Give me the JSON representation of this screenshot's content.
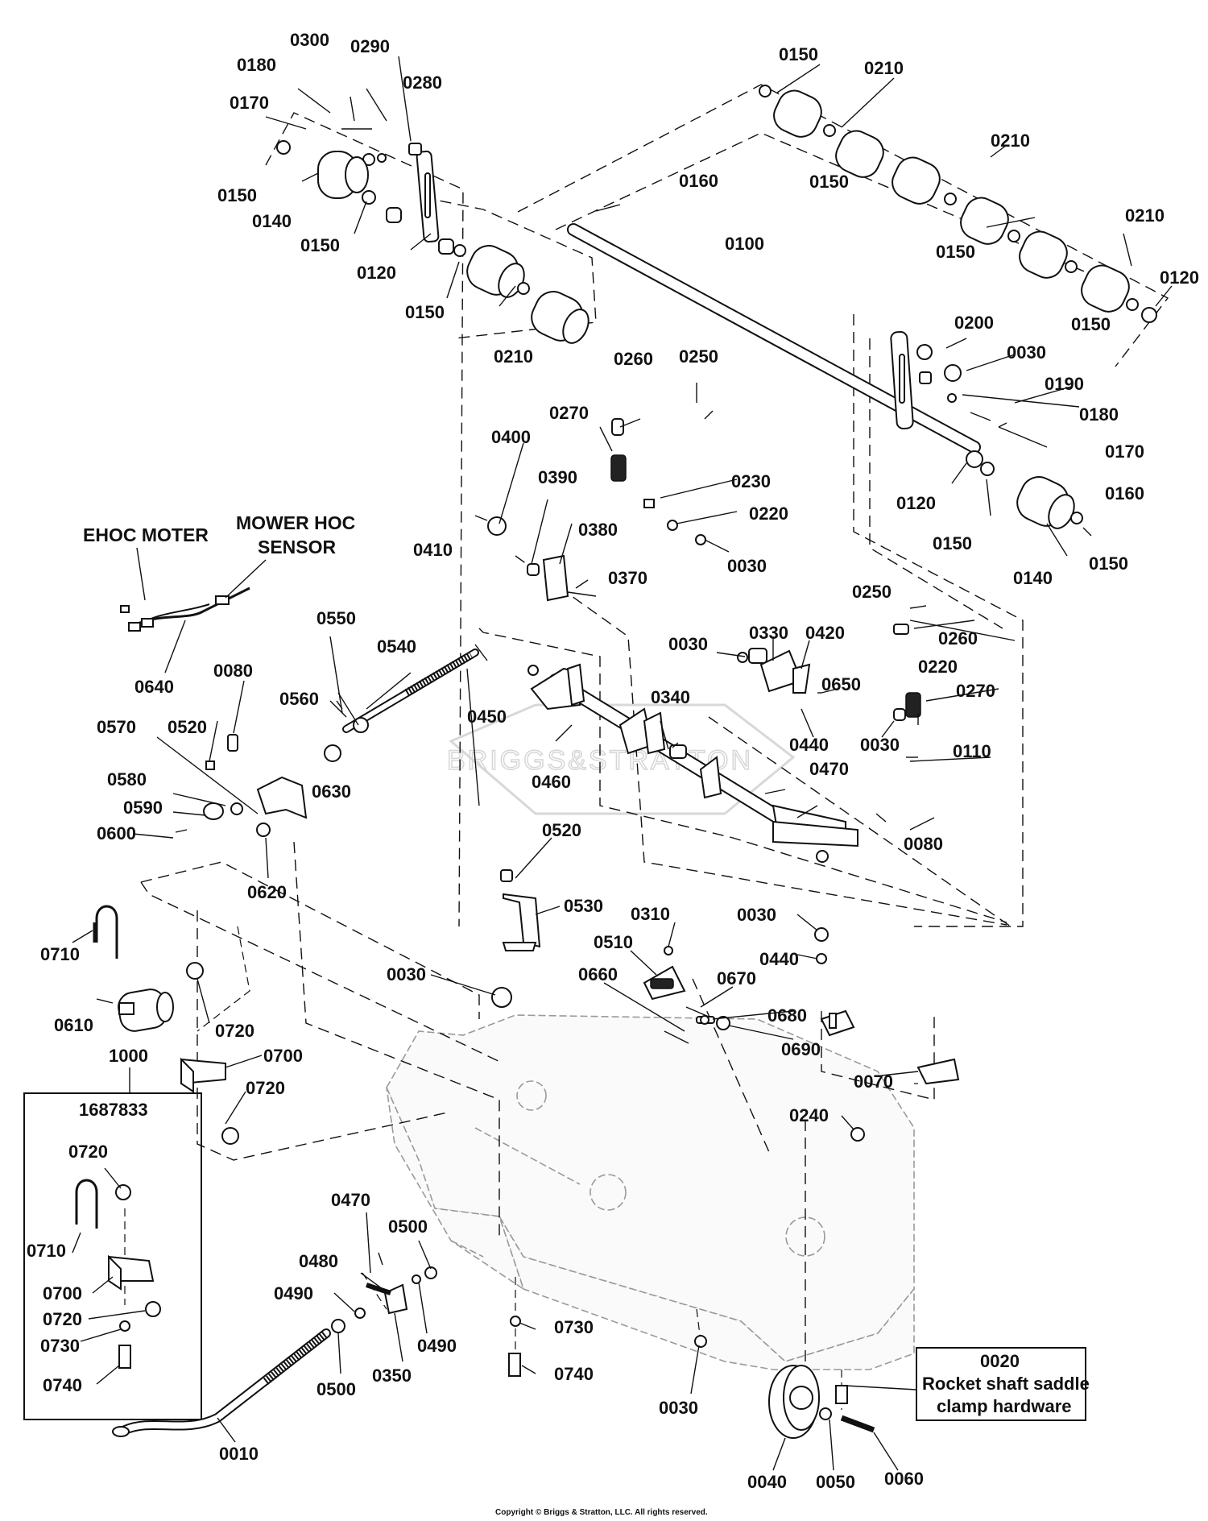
{
  "diagram": {
    "labels": {
      "p0300": "0300",
      "p0290": "0290",
      "p0180a": "0180",
      "p0280": "0280",
      "p0170a": "0170",
      "p0150a": "0150",
      "p0140a": "0140",
      "p0150b": "0150",
      "p0120a": "0120",
      "p0150c": "0150",
      "p0210a": "0210",
      "p0150d": "0150",
      "p0210b": "0210",
      "p0150e": "0150",
      "p0210c": "0210",
      "p0150f": "0150",
      "p0210d": "0210",
      "p0120b": "0120",
      "p0150g": "0150",
      "p0160a": "0160",
      "p0100": "0100",
      "p0200": "0200",
      "p0030a": "0030",
      "p0190": "0190",
      "p0180b": "0180",
      "p0170b": "0170",
      "p0160b": "0160",
      "p0120c": "0120",
      "p0150h": "0150",
      "p0140b": "0140",
      "p0150i": "0150",
      "p0260a": "0260",
      "p0250a": "0250",
      "p0270a": "0270",
      "p0400": "0400",
      "p0390": "0390",
      "p0230": "0230",
      "p0220a": "0220",
      "p0030b": "0030",
      "p0410": "0410",
      "p0380": "0380",
      "p0370": "0370",
      "p0550": "0550",
      "p0540": "0540",
      "p0640": "0640",
      "p0080a": "0080",
      "p0560": "0560",
      "p0570": "0570",
      "p0520a": "0520",
      "p0630": "0630",
      "p0580": "0580",
      "p0590": "0590",
      "p0600": "0600",
      "p0620": "0620",
      "p0450": "0450",
      "p0460": "0460",
      "p0340": "0340",
      "p0030c": "0030",
      "p0330": "0330",
      "p0420": "0420",
      "p0650": "0650",
      "p0440a": "0440",
      "p0030d": "0030",
      "p0250b": "0250",
      "p0260b": "0260",
      "p0220b": "0220",
      "p0270b": "0270",
      "p0110": "0110",
      "p0470a": "0470",
      "p0080b": "0080",
      "p0520b": "0520",
      "p0530": "0530",
      "p0310": "0310",
      "p0510": "0510",
      "p0660": "0660",
      "p0670": "0670",
      "p0680": "0680",
      "p0690": "0690",
      "p0030e": "0030",
      "p0440b": "0440",
      "p0070": "0070",
      "p0030f": "0030",
      "p0240": "0240",
      "p0710a": "0710",
      "p0610": "0610",
      "p0720a": "0720",
      "p0700a": "0700",
      "p0720b": "0720",
      "p1000": "1000",
      "p0720c": "0720",
      "p0710b": "0710",
      "p0700b": "0700",
      "p0720d": "0720",
      "p0730a": "0730",
      "p0740a": "0740",
      "p0470b": "0470",
      "p0500a": "0500",
      "p0480": "0480",
      "p0490a": "0490",
      "p0490b": "0490",
      "p0350": "0350",
      "p0500b": "0500",
      "p0730b": "0730",
      "p0740b": "0740",
      "p0030g": "0030",
      "p0010": "0010",
      "p0040": "0040",
      "p0050": "0050",
      "p0060": "0060"
    },
    "ehoc_line1": "EHOC MOTER",
    "sensor_line1": "MOWER HOC",
    "sensor_line2": "SENSOR",
    "kit_box_title": "1687833",
    "note_box": {
      "number": "0020",
      "line1": "Rocket shaft saddle",
      "line2": "clamp hardware"
    },
    "watermark_text": "BRIGGS&STRATTON",
    "copyright": "Copyright © Briggs & Stratton, LLC. All rights reserved."
  }
}
